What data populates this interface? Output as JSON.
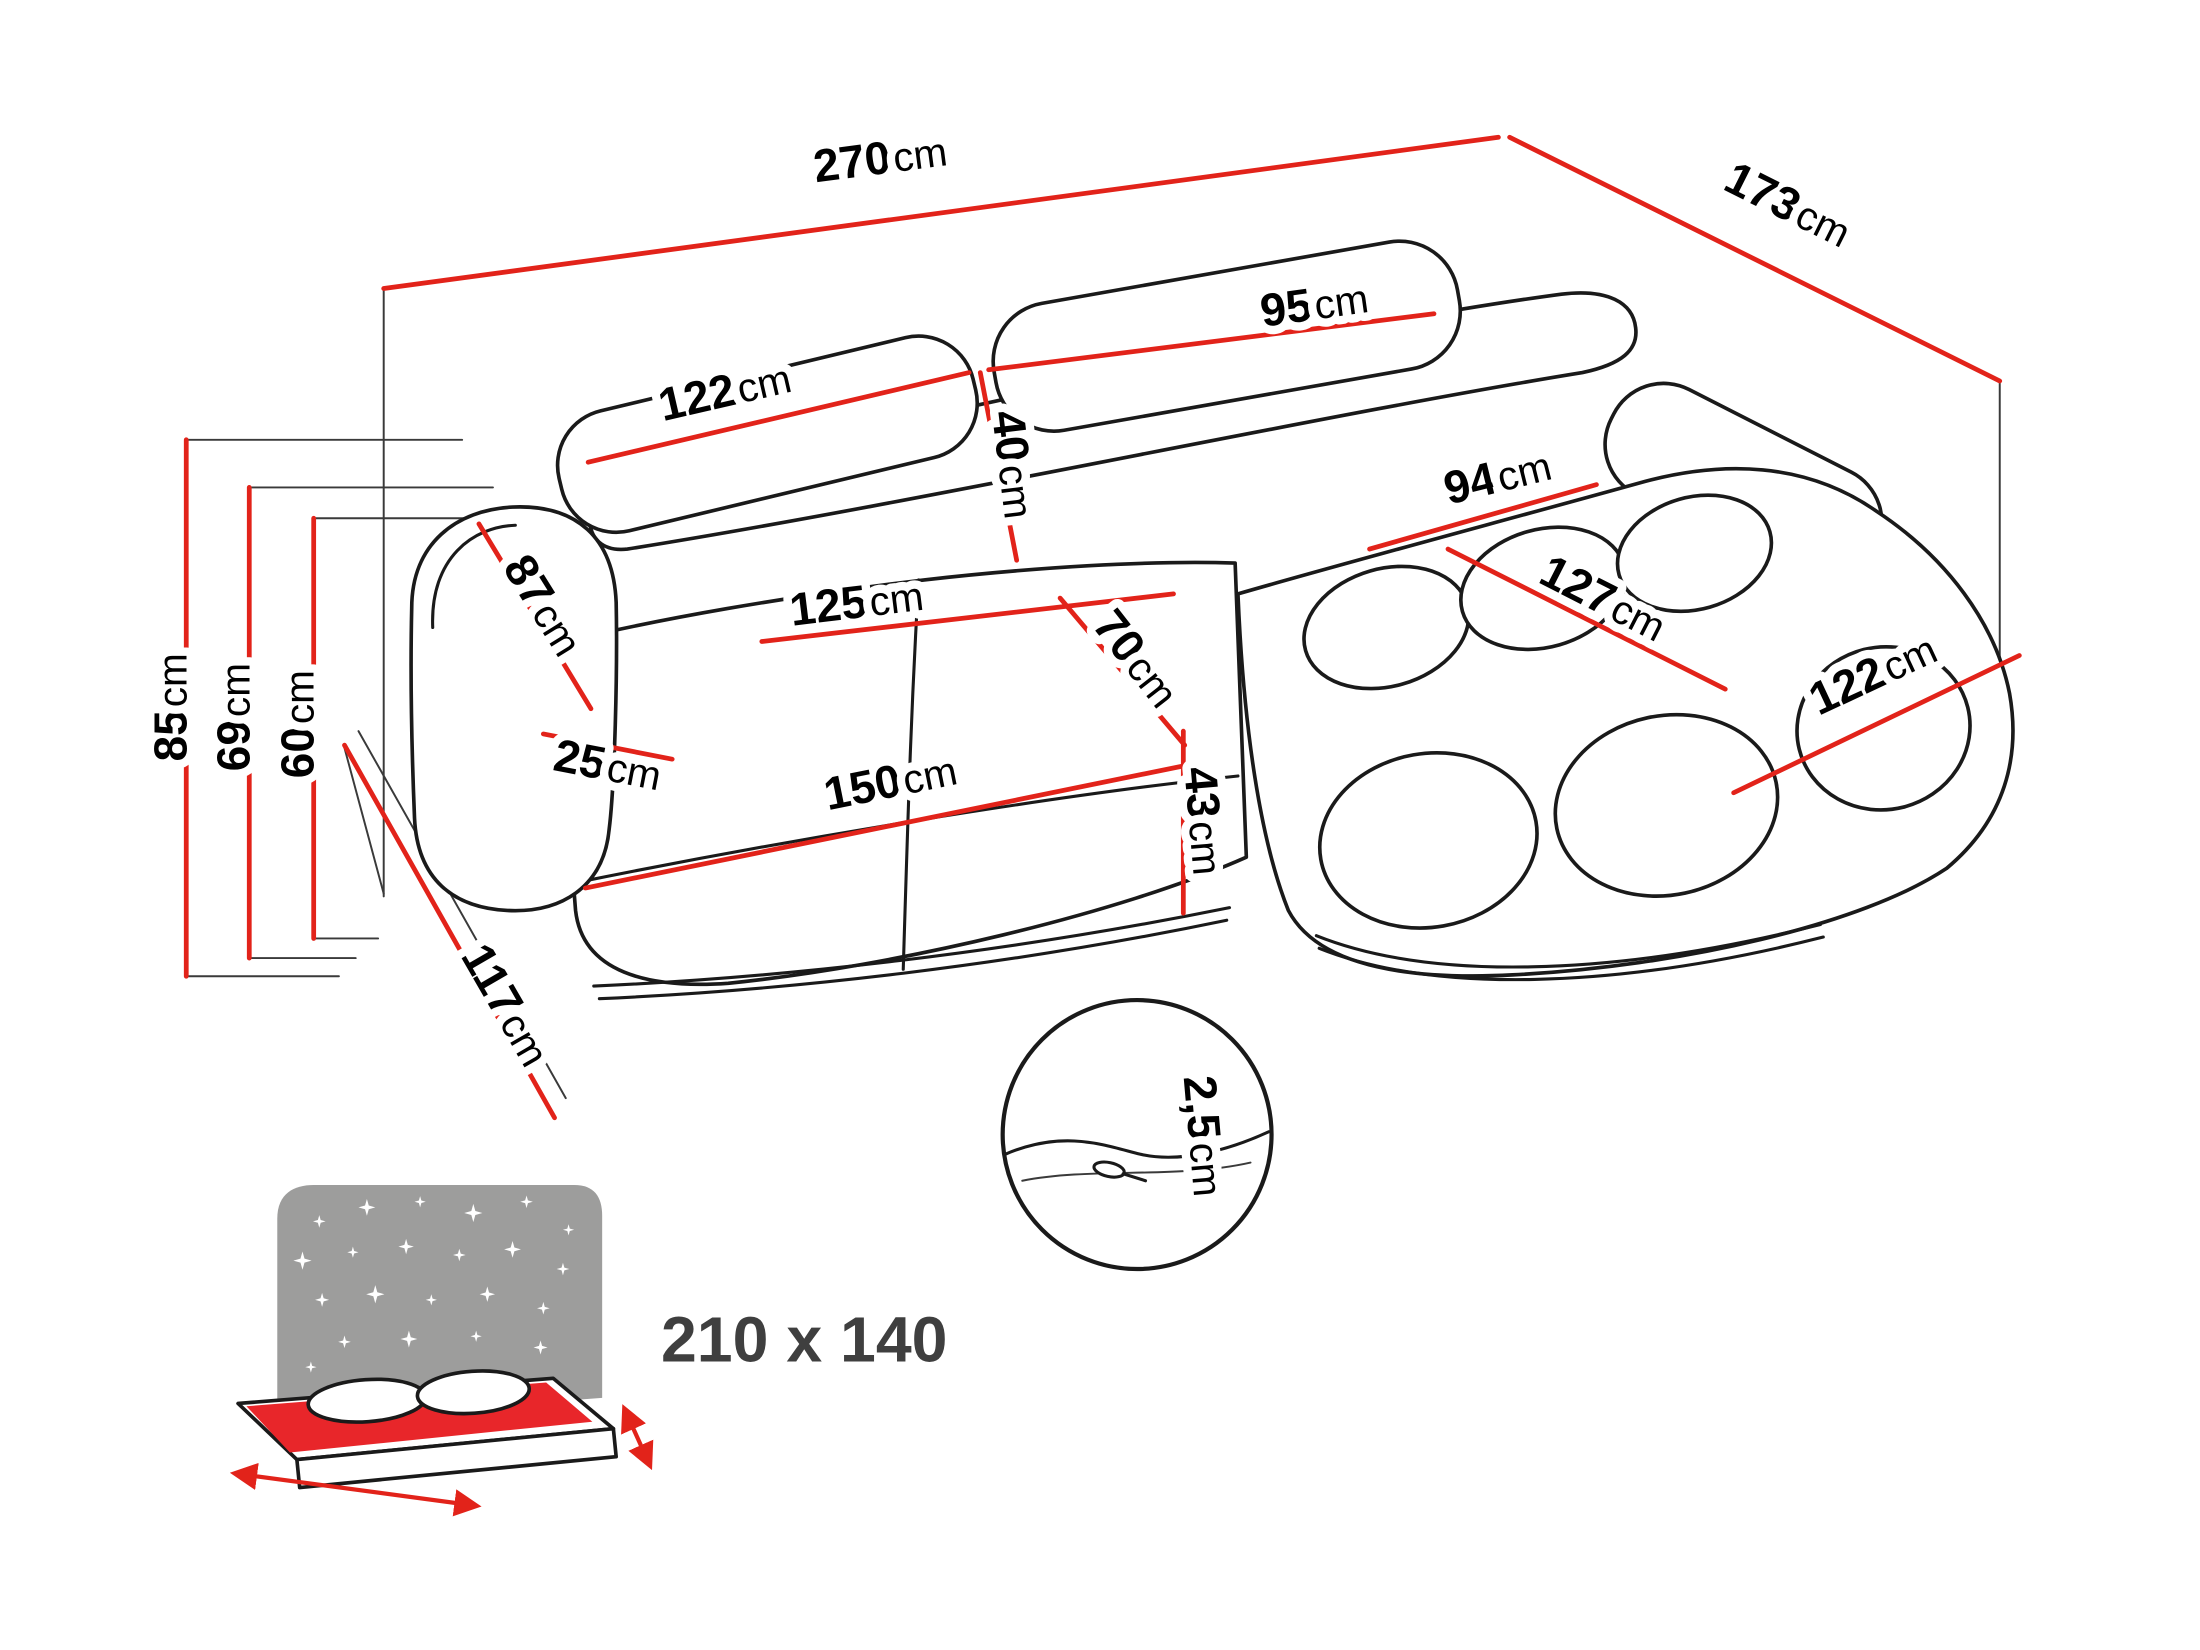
{
  "meta": {
    "title": "Corner sofa dimension diagram",
    "diagram_type": "furniture-dimension-line-drawing"
  },
  "colors": {
    "dimension_red": "#e2231a",
    "outline_black": "#1a1a1a",
    "icon_gray": "#9d9d9c",
    "highlight_red": "#e8262a",
    "label_text": "#000000",
    "bed_label_text": "#3f3f3f"
  },
  "icons": {
    "bed_icon": "perspective sofa-bed with starry headboard and red highlighted sleeping surface",
    "detail_circle_icon": "magnified base seam detail"
  },
  "dimensions": {
    "overall_width": {
      "value": "270",
      "unit": "cm"
    },
    "overall_depth": {
      "value": "173",
      "unit": "cm"
    },
    "height_overall": {
      "value": "85",
      "unit": "cm"
    },
    "height_backrest": {
      "value": "69",
      "unit": "cm"
    },
    "height_armrest": {
      "value": "60",
      "unit": "cm"
    },
    "back_cushion_left_width": {
      "value": "122",
      "unit": "cm"
    },
    "back_cushion_right_width": {
      "value": "95",
      "unit": "cm"
    },
    "back_cushion_height": {
      "value": "40",
      "unit": "cm"
    },
    "armrest_length": {
      "value": "87",
      "unit": "cm"
    },
    "armrest_width": {
      "value": "25",
      "unit": "cm"
    },
    "seat_depth": {
      "value": "125",
      "unit": "cm"
    },
    "seat_section_width": {
      "value": "70",
      "unit": "cm"
    },
    "seat_front_width": {
      "value": "150",
      "unit": "cm"
    },
    "seat_height": {
      "value": "43",
      "unit": "cm"
    },
    "chaise_back_width": {
      "value": "94",
      "unit": "cm"
    },
    "chaise_length": {
      "value": "127",
      "unit": "cm"
    },
    "chaise_front_width": {
      "value": "122",
      "unit": "cm"
    },
    "base_depth": {
      "value": "117",
      "unit": "cm"
    },
    "leg_detail_height": {
      "value": "2,5",
      "unit": "cm"
    }
  },
  "sleeping_area": {
    "label": "210 x 140"
  }
}
